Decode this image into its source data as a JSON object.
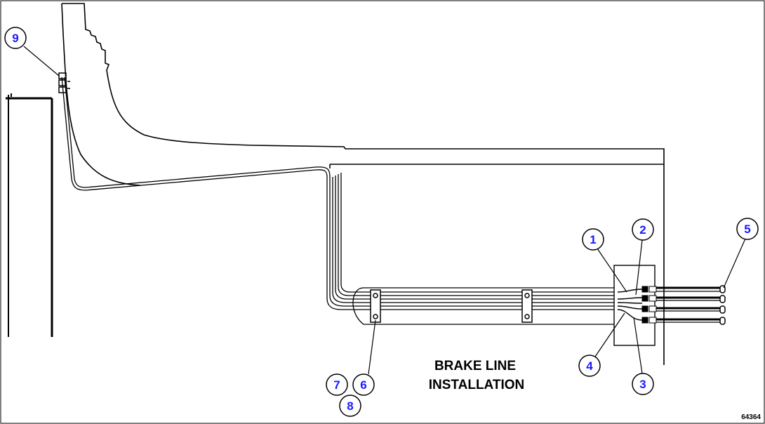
{
  "title_line1": "BRAKE LINE",
  "title_line2": "INSTALLATION",
  "figure_number": "64364",
  "callouts": [
    {
      "id": "c1",
      "label": "1"
    },
    {
      "id": "c2",
      "label": "2"
    },
    {
      "id": "c3",
      "label": "3"
    },
    {
      "id": "c4",
      "label": "4"
    },
    {
      "id": "c5",
      "label": "5"
    },
    {
      "id": "c6",
      "label": "6"
    },
    {
      "id": "c7",
      "label": "7"
    },
    {
      "id": "c8",
      "label": "8"
    },
    {
      "id": "c9",
      "label": "9"
    }
  ],
  "colors": {
    "callout_text": "#1a1aff",
    "callout_ring": "#000000",
    "line": "#000000",
    "background": "#ffffff"
  }
}
